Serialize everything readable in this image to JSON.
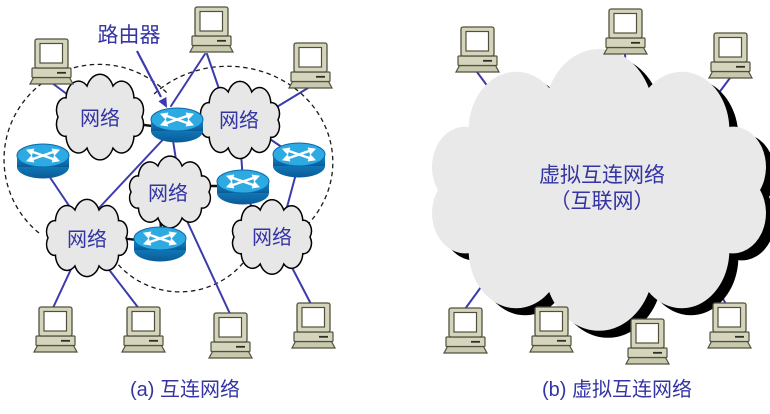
{
  "figure": {
    "panel_a_computer_count": 7,
    "panel_a_router_count": 5,
    "panel_a_network_cloud_count": 5,
    "panel_b_computer_count": 7,
    "panel_b_cloud_count": 1
  },
  "panel_a": {
    "caption": "(a) 互连网络",
    "router_label": "路由器",
    "cloud_labels": [
      "网络",
      "网络",
      "网络",
      "网络",
      "网络"
    ]
  },
  "panel_b": {
    "caption": "(b) 虚拟互连网络",
    "cloud_label_line1": "虚拟互连网络",
    "cloud_label_line2": "（互联网）"
  },
  "colors": {
    "label_text": "#3434A4",
    "connection_line": "#3B3BAD",
    "short_link_line": "#111111",
    "dashed_boundary": "#1A1A1A",
    "cloud_fill": "#E8E8E8",
    "cloud_outline": "#000000",
    "router_top": "#2EAAE2",
    "router_body": "#0A5A96",
    "computer_body": "#D5D5BD",
    "background": "#FFFFFF"
  },
  "icons": {
    "computer": "computer-icon",
    "router": "router-icon",
    "network_cloud": "network-cloud-icon",
    "arrow": "pointer-arrow-icon"
  }
}
